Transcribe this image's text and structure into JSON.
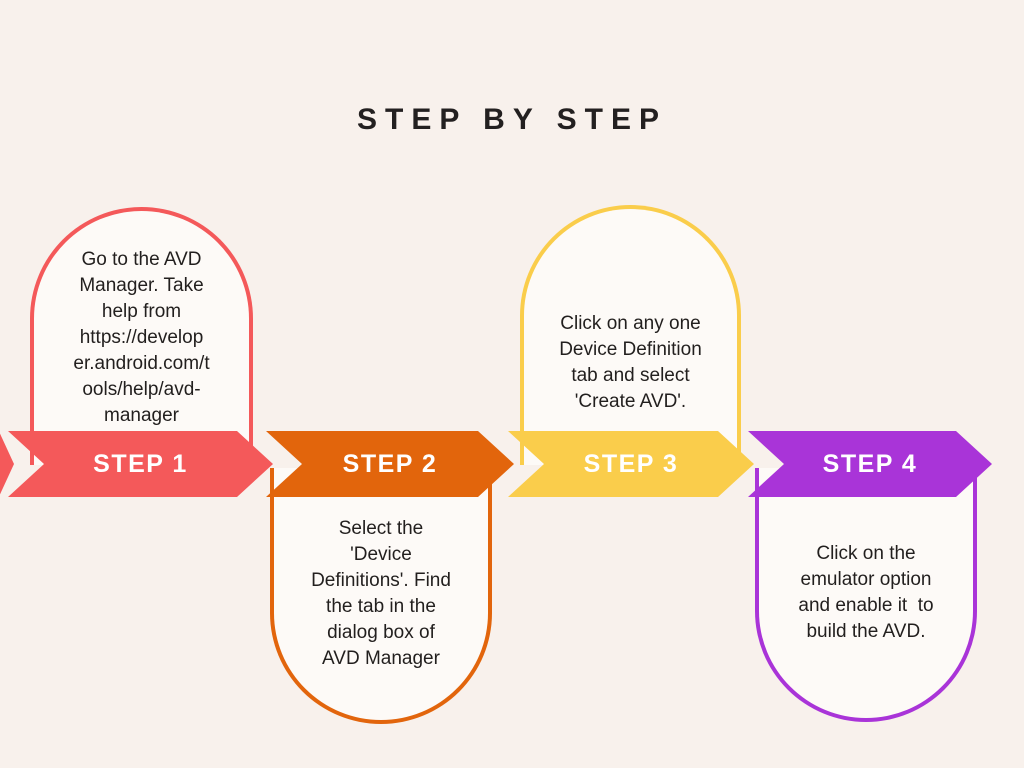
{
  "page": {
    "title": "STEP BY STEP",
    "background": "#F8F1EC",
    "bubble_fill": "#FDFAF7",
    "title_color": "#232020",
    "body_text_color": "#221F1E",
    "banner_text_color": "#FFFFFF"
  },
  "steps": [
    {
      "label": "STEP 1",
      "color": "#F4595A",
      "bubble_position": "top",
      "description": "Go to the AVD\nManager. Take\nhelp from\nhttps://develop\ner.android.com/t\nools/help/avd-\nmanager"
    },
    {
      "label": "STEP 2",
      "color": "#E2650C",
      "bubble_position": "bottom",
      "description": "Select the\n'Device\nDefinitions'. Find\nthe tab in the\ndialog box of\nAVD Manager"
    },
    {
      "label": "STEP 3",
      "color": "#FACD4B",
      "bubble_position": "top",
      "description": "Click on any one\nDevice Definition\ntab and select\n'Create AVD'."
    },
    {
      "label": "STEP 4",
      "color": "#A934D8",
      "bubble_position": "bottom",
      "description": "Click on the\nemulator option\nand enable it  to\nbuild the AVD."
    }
  ]
}
